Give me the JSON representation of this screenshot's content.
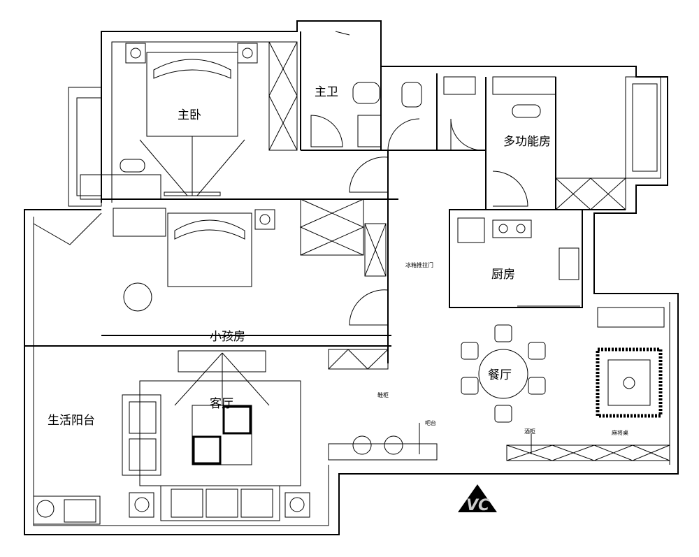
{
  "rooms": {
    "master_bedroom": "主卧",
    "master_bath": "主卫",
    "multi_room": "多功能房",
    "kitchen": "厨房",
    "kids_room": "小孩房",
    "dining": "餐厅",
    "living": "客厅",
    "balcony": "生活阳台"
  },
  "annotations": {
    "kitchen_door": "冰箱推拉门",
    "shoe_cabinet": "鞋柜",
    "bar": "吧台",
    "wine_cabinet": "酒柜",
    "mahjong_table": "麻将桌"
  },
  "logo": "VC"
}
